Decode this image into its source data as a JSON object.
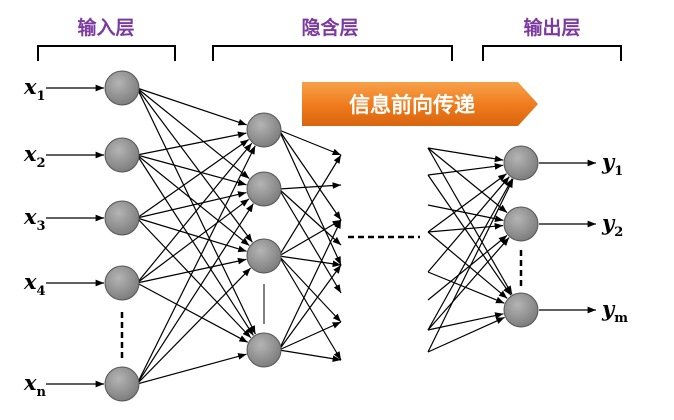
{
  "layers": {
    "input": {
      "title": "输入层"
    },
    "hidden": {
      "title": "隐含层"
    },
    "output": {
      "title": "输出层"
    }
  },
  "banner": {
    "text": "信息前向传递",
    "color": "#f07a1e"
  },
  "inputs": [
    {
      "base": "x",
      "sub": "1"
    },
    {
      "base": "x",
      "sub": "2"
    },
    {
      "base": "x",
      "sub": "3"
    },
    {
      "base": "x",
      "sub": "4"
    },
    {
      "base": "x",
      "sub": "n"
    }
  ],
  "outputs": [
    {
      "base": "y",
      "sub": "1"
    },
    {
      "base": "y",
      "sub": "2"
    },
    {
      "base": "y",
      "sub": "m"
    }
  ],
  "colors": {
    "title": "#7b3aa0",
    "node_fill": "#8c8c8c",
    "node_stroke": "#555555"
  }
}
